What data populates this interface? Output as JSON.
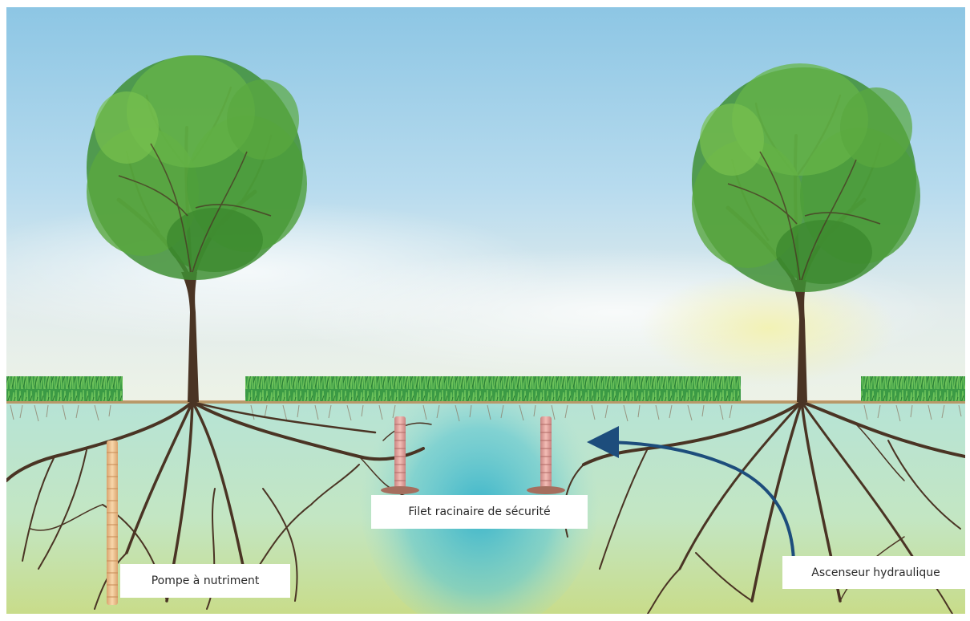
{
  "labels": {
    "filet": "Filet racinaire de sécurité",
    "pompe": "Pompe à nutriment",
    "ascenseur": "Ascenseur hydraulique"
  },
  "colors": {
    "sky_top": "#a9d3ea",
    "sky_bottom": "#eaf2ec",
    "soil_top": "#bde6d4",
    "soil_bottom": "#c7dc8c",
    "water": "#45b9cf",
    "grass": "#3fa24a",
    "trunk": "#4a3424",
    "foliage": "#4ea337",
    "pipe": "#e6a5a0",
    "pump": "#f1c48e",
    "arrow": "#1d4d7c"
  }
}
